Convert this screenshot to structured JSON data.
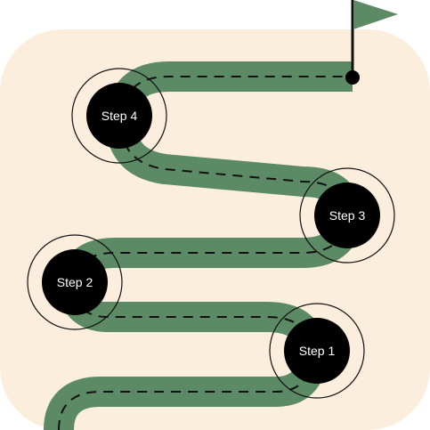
{
  "colors": {
    "background_card": "#FBEEDD",
    "road": "#5C8A64",
    "dashes": "#111111",
    "step_node": "#000000",
    "ring": "#111111",
    "flag": "#5C8A64",
    "label": "#FFFFFF"
  },
  "steps": [
    {
      "label": "Step 1"
    },
    {
      "label": "Step 2"
    },
    {
      "label": "Step 3"
    },
    {
      "label": "Step 4"
    }
  ],
  "icons": {
    "finish": "flag-icon"
  }
}
